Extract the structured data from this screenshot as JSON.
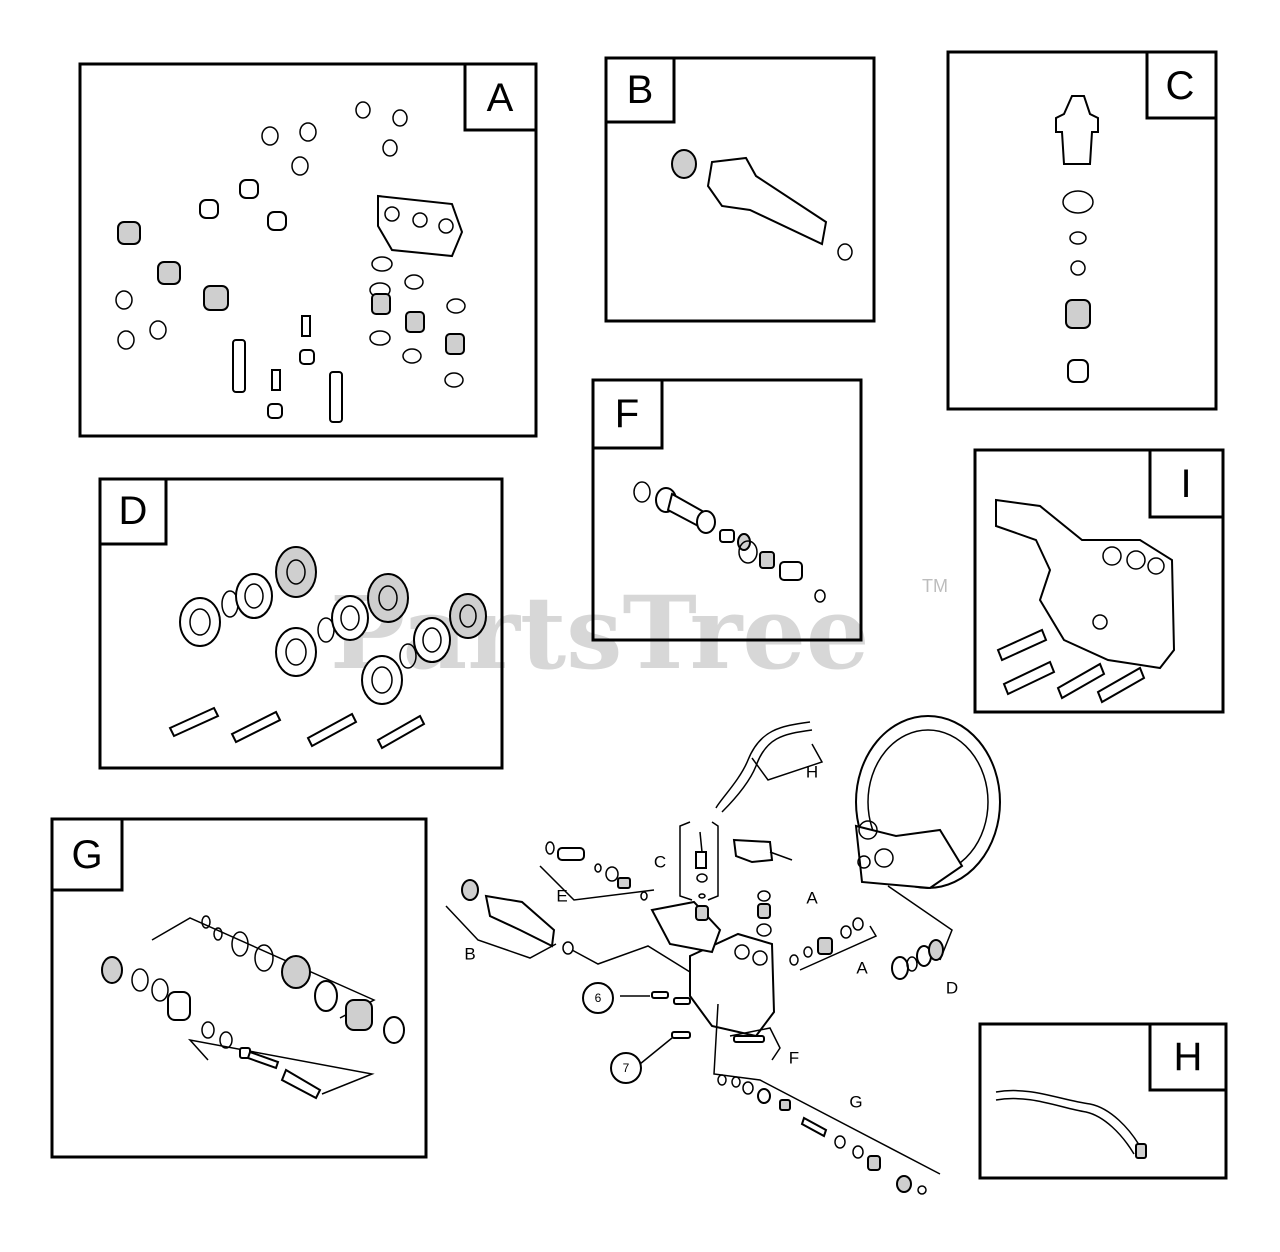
{
  "panels": {
    "A": {
      "label": "A"
    },
    "B": {
      "label": "B"
    },
    "C": {
      "label": "C"
    },
    "D": {
      "label": "D"
    },
    "F": {
      "label": "F"
    },
    "G": {
      "label": "G"
    },
    "I": {
      "label": "I"
    },
    "H": {
      "label": "H"
    }
  },
  "watermark": {
    "text": "PartsTree",
    "trademark": "TM"
  },
  "assembly": {
    "callouts": {
      "A1": "A",
      "A2": "A",
      "B": "B",
      "C": "C",
      "D": "D",
      "E": "E",
      "F": "F",
      "G": "G",
      "H": "H"
    },
    "refs": {
      "r6": "6",
      "r7": "7"
    }
  }
}
